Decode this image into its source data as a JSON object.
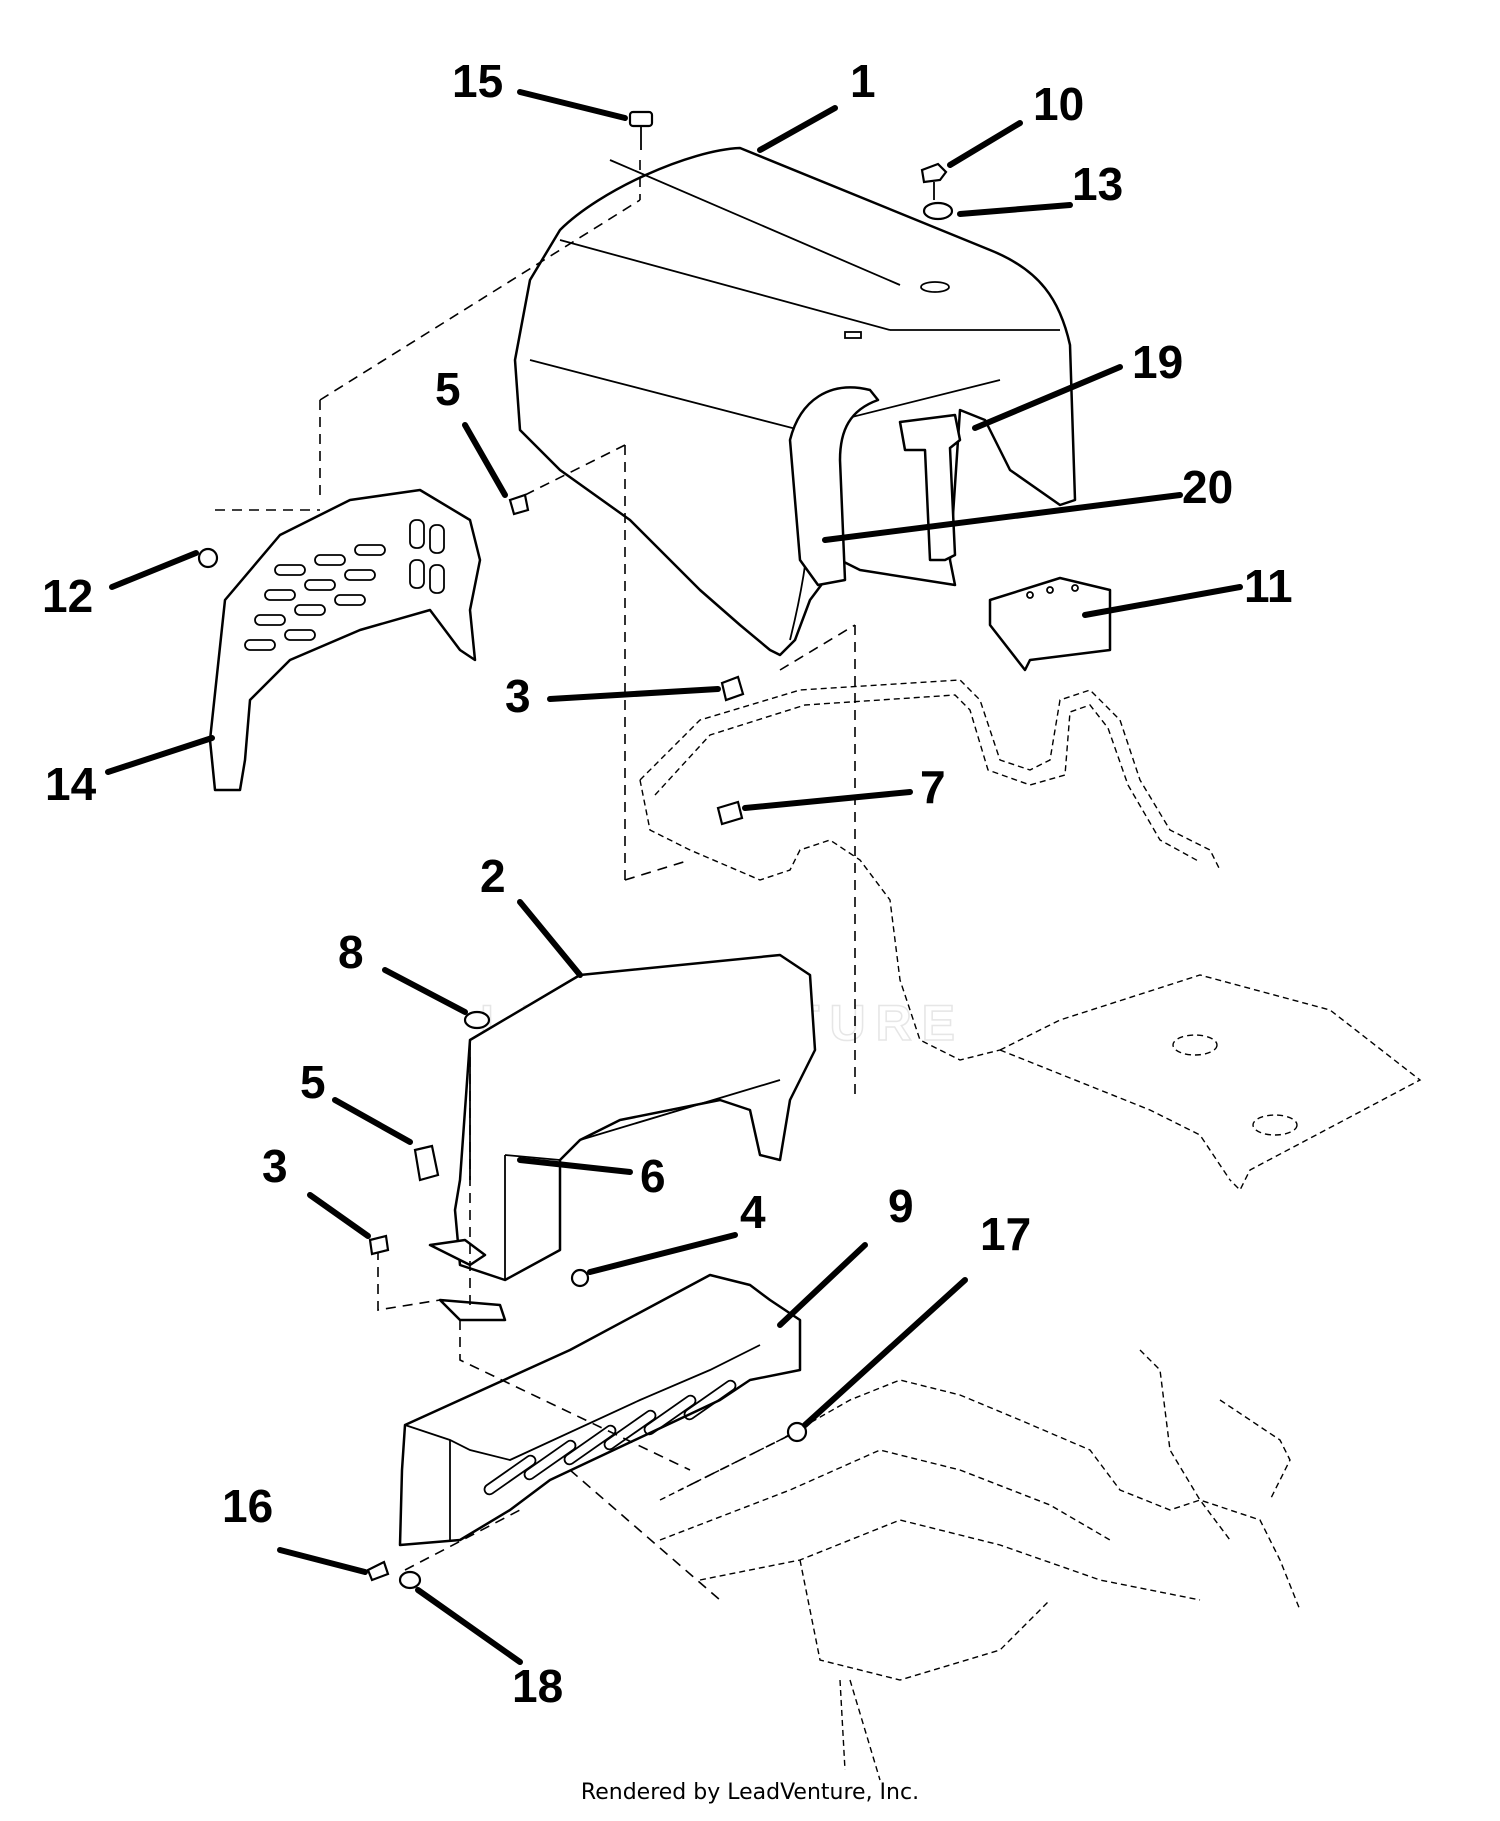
{
  "callouts": [
    {
      "id": "1",
      "label": "1"
    },
    {
      "id": "2",
      "label": "2"
    },
    {
      "id": "3a",
      "label": "3"
    },
    {
      "id": "3b",
      "label": "3"
    },
    {
      "id": "4",
      "label": "4"
    },
    {
      "id": "5a",
      "label": "5"
    },
    {
      "id": "5b",
      "label": "5"
    },
    {
      "id": "6",
      "label": "6"
    },
    {
      "id": "7",
      "label": "7"
    },
    {
      "id": "8",
      "label": "8"
    },
    {
      "id": "9",
      "label": "9"
    },
    {
      "id": "10",
      "label": "10"
    },
    {
      "id": "11",
      "label": "11"
    },
    {
      "id": "12",
      "label": "12"
    },
    {
      "id": "13",
      "label": "13"
    },
    {
      "id": "14",
      "label": "14"
    },
    {
      "id": "15",
      "label": "15"
    },
    {
      "id": "16",
      "label": "16"
    },
    {
      "id": "17",
      "label": "17"
    },
    {
      "id": "18",
      "label": "18"
    },
    {
      "id": "19",
      "label": "19"
    },
    {
      "id": "20",
      "label": "20"
    }
  ],
  "watermark": "LEADVENTURE",
  "footer": "Rendered by LeadVenture, Inc."
}
